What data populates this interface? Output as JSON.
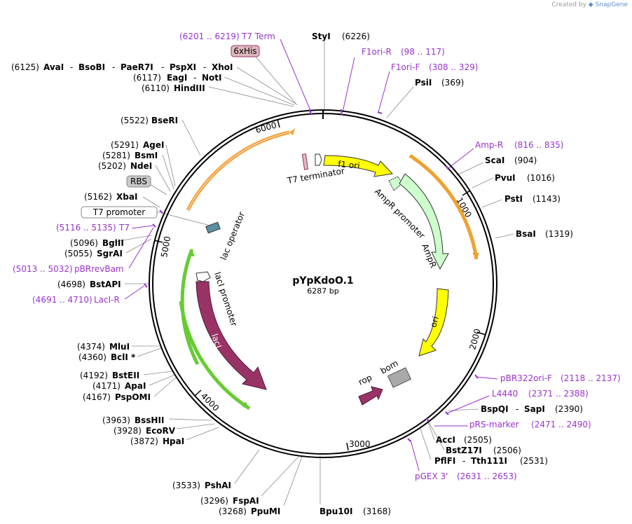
{
  "credit": {
    "prefix": "Created by",
    "brand": "SnapGene"
  },
  "plasmid": {
    "name": "pYpKdoO.1",
    "length": "6287 bp"
  },
  "ruler": [
    "1000",
    "2000",
    "3000",
    "4000",
    "5000",
    "6000"
  ],
  "enzymes": [
    {
      "id": "styi",
      "text": "StyI",
      "pos": "(6226)"
    },
    {
      "id": "psii",
      "text": "PsiI",
      "pos": "(369)"
    },
    {
      "id": "scai",
      "text": "ScaI",
      "pos": "(904)"
    },
    {
      "id": "pvui",
      "text": "PvuI",
      "pos": "(1016)"
    },
    {
      "id": "psti",
      "text": "PstI",
      "pos": "(1143)"
    },
    {
      "id": "bsai",
      "text": "BsaI",
      "pos": "(1319)"
    },
    {
      "id": "bspqi",
      "text": "BspQI",
      "text2": "SapI",
      "pos": "(2390)"
    },
    {
      "id": "acci",
      "text": "AccI",
      "pos": "(2505)"
    },
    {
      "id": "bstz17i",
      "text": "BstZ17I",
      "pos": "(2506)"
    },
    {
      "id": "pflfi",
      "text": "PflFI",
      "text2": "Tth111I",
      "pos": "(2531)"
    },
    {
      "id": "bpu10i",
      "text": "Bpu10I",
      "pos": "(3168)"
    },
    {
      "id": "ppumi",
      "text": "PpuMI",
      "pos": "(3268)"
    },
    {
      "id": "fspai",
      "text": "FspAI",
      "pos": "(3296)"
    },
    {
      "id": "pshai",
      "text": "PshAI",
      "pos": "(3533)"
    },
    {
      "id": "hpai",
      "text": "HpaI",
      "pos": "(3872)"
    },
    {
      "id": "ecorv",
      "text": "EcoRV",
      "pos": "(3928)"
    },
    {
      "id": "bsshii",
      "text": "BssHII",
      "pos": "(3963)"
    },
    {
      "id": "pspomi",
      "text": "PspOMI",
      "pos": "(4167)"
    },
    {
      "id": "apai",
      "text": "ApaI",
      "pos": "(4171)"
    },
    {
      "id": "bsteii",
      "text": "BstEII",
      "pos": "(4192)"
    },
    {
      "id": "bcli",
      "text": "BclI *",
      "pos": "(4360)"
    },
    {
      "id": "mlui",
      "text": "MluI",
      "pos": "(4374)"
    },
    {
      "id": "bstapi",
      "text": "BstAPI",
      "pos": "(4698)"
    },
    {
      "id": "sgrai",
      "text": "SgrAI",
      "pos": "(5055)"
    },
    {
      "id": "bglii",
      "text": "BglII",
      "pos": "(5096)"
    },
    {
      "id": "xbai",
      "text": "XbaI",
      "pos": "(5162)"
    },
    {
      "id": "ndei",
      "text": "NdeI",
      "pos": "(5202)"
    },
    {
      "id": "bsmi",
      "text": "BsmI",
      "pos": "(5281)"
    },
    {
      "id": "agei",
      "text": "AgeI",
      "pos": "(5291)"
    },
    {
      "id": "bseri",
      "text": "BseRI",
      "pos": "(5522)"
    },
    {
      "id": "hindiii",
      "text": "HindIII",
      "pos": "(6110)"
    },
    {
      "id": "eagi",
      "text": "EagI",
      "text2": "NotI",
      "pos": "(6117)"
    },
    {
      "id": "avai",
      "text": "AvaI",
      "text2": "BsoBI",
      "text3": "PaeR7I",
      "text4": "PspXI",
      "text5": "XhoI",
      "pos": "(6125)"
    }
  ],
  "primers": [
    {
      "id": "t7term",
      "range": "(6201 .. 6219)",
      "name": "T7 Term"
    },
    {
      "id": "f1orir",
      "name": "F1ori-R",
      "range": "(98 .. 117)"
    },
    {
      "id": "f1orif",
      "name": "F1ori-F",
      "range": "(308 .. 329)"
    },
    {
      "id": "ampr",
      "name": "Amp-R",
      "range": "(816 .. 835)"
    },
    {
      "id": "pbr322",
      "name": "pBR322ori-F",
      "range": "(2118 .. 2137)"
    },
    {
      "id": "l4440",
      "name": "L4440",
      "range": "(2371 .. 2388)"
    },
    {
      "id": "prs",
      "name": "pRS-marker",
      "range": "(2471 .. 2490)"
    },
    {
      "id": "pgex",
      "name": "pGEX 3'",
      "range": "(2631 .. 2653)"
    },
    {
      "id": "t7",
      "range": "(5116 .. 5135)",
      "name": "T7"
    },
    {
      "id": "pbrrev",
      "range": "(5013 .. 5032)",
      "name": "pBRrevBam"
    },
    {
      "id": "laci_r",
      "range": "(4691 .. 4710)",
      "name": "LacI-R"
    }
  ],
  "boxed_features": {
    "his": "6xHis",
    "rbs": "RBS",
    "t7promoter": "T7 promoter"
  },
  "features": {
    "t7_terminator": "T7 terminator",
    "f1_ori": "f1 ori",
    "ampr_promoter": "AmpR promoter",
    "ampr": "AmpR",
    "ori": "ori",
    "rop": "rop",
    "bom": "bom",
    "lac_operator": "lac operator",
    "laci_promoter": "lacI promoter",
    "laci": "lacI"
  },
  "colors": {
    "backbone": "#000000",
    "primer": "#9933cc",
    "f1_ori": "#ffff00",
    "ori": "#ffff00",
    "ampr": "#ccffcc",
    "laci": "#993366",
    "orf_orange": "#f0a030",
    "orf_green": "#66cc33",
    "bom": "#a9a9a9",
    "his_box": "#e0b8c0",
    "rbs_box": "#c8c8c8"
  }
}
